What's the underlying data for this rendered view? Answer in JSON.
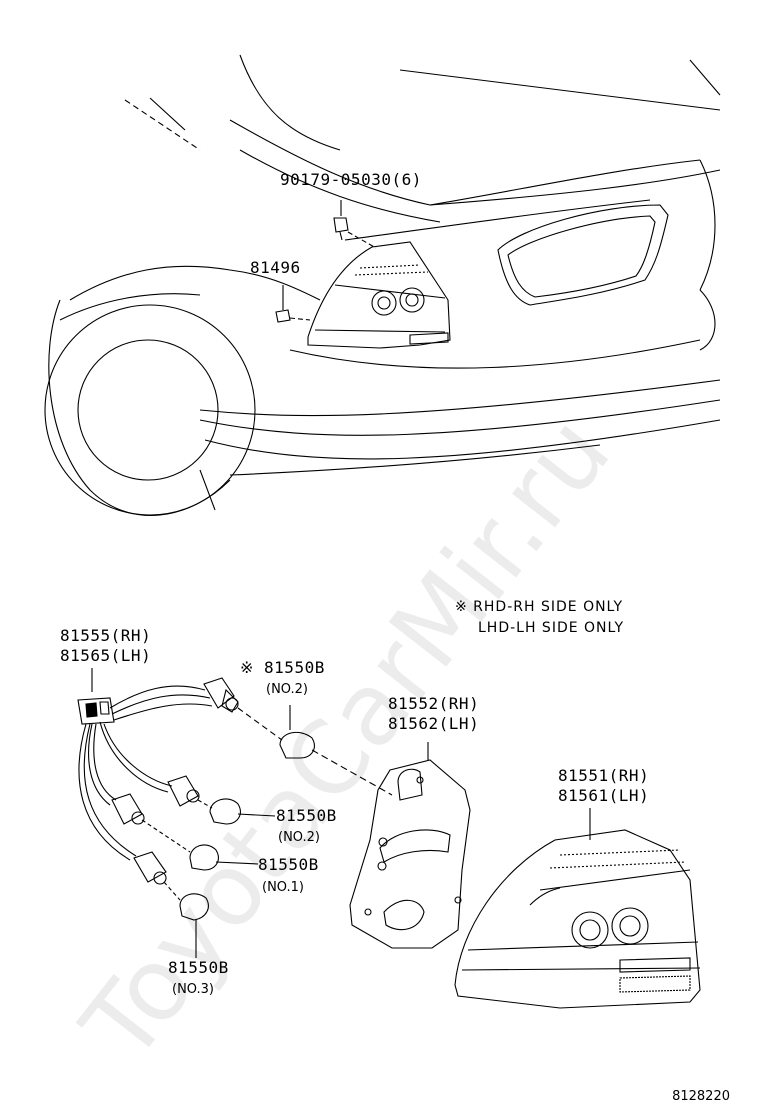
{
  "watermark": "ToyotaCarMir.ru",
  "diagram_code": "8128220",
  "note": {
    "line1": "※ RHD-RH SIDE ONLY",
    "line2": "LHD-LH SIDE ONLY"
  },
  "parts": {
    "screw": "90179-05030(6)",
    "clip": "81496",
    "socket_wire_rh": "81555(RH)",
    "socket_wire_lh": "81565(LH)",
    "bulb_no2_top": "※ 81550B",
    "bulb_no2_top_sub": "(NO.2)",
    "bulb_no2_mid": "81550B",
    "bulb_no2_mid_sub": "(NO.2)",
    "bulb_no1": "81550B",
    "bulb_no1_sub": "(NO.1)",
    "bulb_no3": "81550B",
    "bulb_no3_sub": "(NO.3)",
    "gasket_rh": "81552(RH)",
    "gasket_lh": "81562(LH)",
    "lens_rh": "81551(RH)",
    "lens_lh": "81561(LH)"
  }
}
